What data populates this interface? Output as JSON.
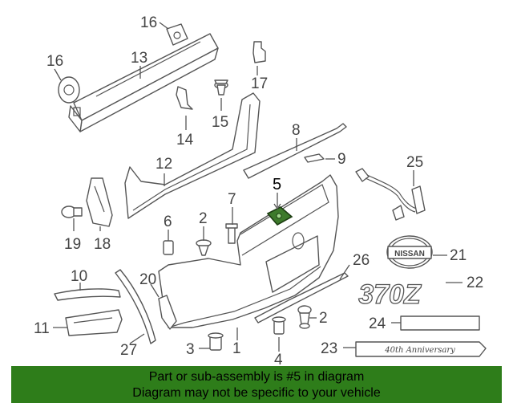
{
  "callouts": {
    "c1": "1",
    "c2a": "2",
    "c2b": "2",
    "c3": "3",
    "c4": "4",
    "c5": "5",
    "c6": "6",
    "c7": "7",
    "c8": "8",
    "c9": "9",
    "c10": "10",
    "c11": "11",
    "c12": "12",
    "c13": "13",
    "c14": "14",
    "c15": "15",
    "c16a": "16",
    "c16b": "16",
    "c17": "17",
    "c18": "18",
    "c19": "19",
    "c20": "20",
    "c21": "21",
    "c22": "22",
    "c23": "23",
    "c24": "24",
    "c25": "25",
    "c26": "26",
    "c27": "27"
  },
  "emblems": {
    "nissan_badge": "NISSAN",
    "model_badge": "370Z",
    "anniversary_badge": "40th Anniversary"
  },
  "highlight": {
    "part": "5",
    "color": "#3d7a2b"
  },
  "banner": {
    "line1": "Part or sub-assembly is #5 in diagram",
    "line2": "Diagram may not be specific to your vehicle",
    "color": "#2e7d1a"
  }
}
